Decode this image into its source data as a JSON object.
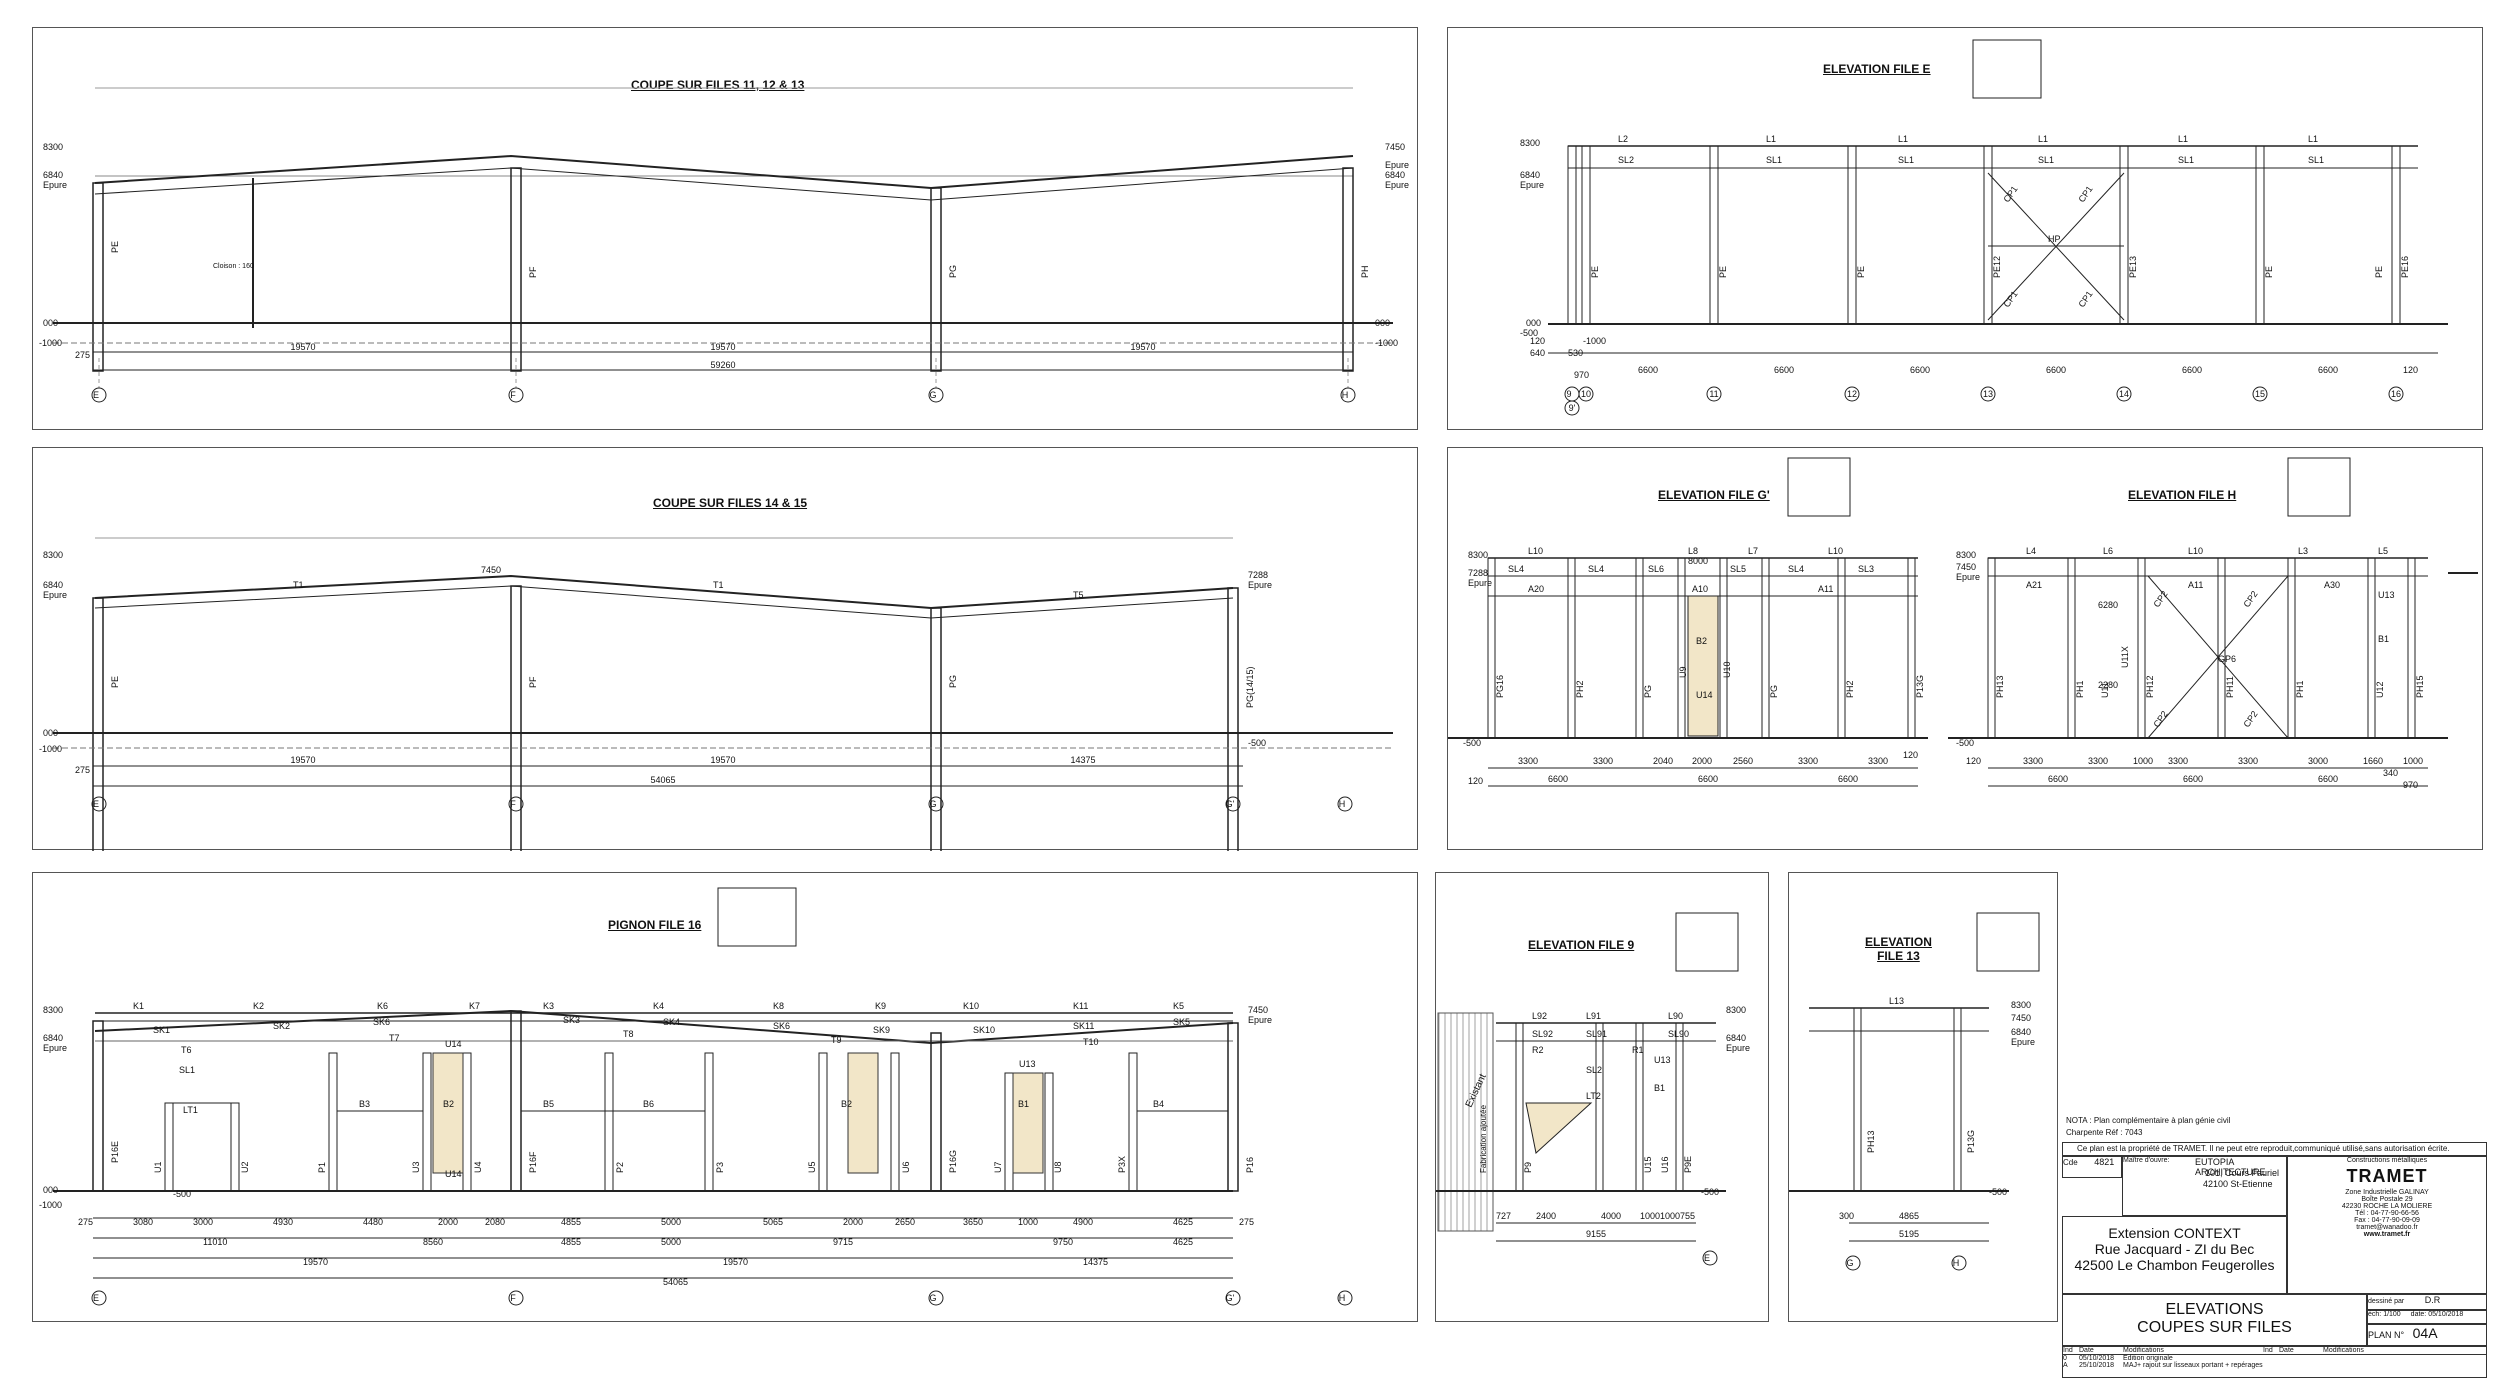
{
  "panels": {
    "coupe1": {
      "title": "COUPE SUR FILES 11, 12 & 13",
      "columns": [
        "PE",
        "PF",
        "PG",
        "PH"
      ],
      "axes": [
        "E",
        "F",
        "G",
        "H"
      ],
      "spans": [
        "19570",
        "19570",
        "19570"
      ],
      "total": "59260",
      "edge": "275",
      "levels": [
        "8300",
        "6840",
        "Epure",
        "000",
        "-1000",
        "7450",
        "Epure",
        "6840",
        "Epure",
        "000",
        "-1000"
      ],
      "note": "Cloison : 160"
    },
    "coupe2": {
      "title": "COUPE SUR FILES 14 & 15",
      "columns": [
        "PE",
        "PF",
        "PG",
        "PG(14/15)"
      ],
      "axes": [
        "E",
        "F",
        "G",
        "G'",
        "H"
      ],
      "beams": [
        "T1",
        "T1",
        "T5"
      ],
      "spans": [
        "19570",
        "19570",
        "14375"
      ],
      "total": "54065",
      "edge": "275",
      "levels": [
        "8300",
        "6840",
        "Epure",
        "000",
        "-1000",
        "7450",
        "7288",
        "Epure",
        "-500"
      ]
    },
    "pignon": {
      "title": "PIGNON FILE 16",
      "top_members": [
        "K1",
        "K2",
        "K6",
        "K7",
        "K3",
        "K4",
        "K8",
        "K9",
        "K10",
        "K11",
        "K5"
      ],
      "sk": [
        "SK1",
        "SK2",
        "SK6",
        "SK3",
        "SK4",
        "SK6",
        "SK9",
        "SK10",
        "SK11",
        "SK5"
      ],
      "columns": [
        "P16E",
        "U1",
        "U2",
        "P1",
        "U3",
        "U4",
        "P16F",
        "P2",
        "P3",
        "U5",
        "U6",
        "P16G",
        "U7",
        "U8",
        "P3X",
        "P16"
      ],
      "beams": [
        "B3",
        "B2",
        "B5",
        "B6",
        "B2",
        "B1",
        "B4",
        "LT1",
        "SL1",
        "T6",
        "T7",
        "T8",
        "T9",
        "T10",
        "U14",
        "U14",
        "U13"
      ],
      "dims1": [
        "275",
        "3080",
        "3000",
        "4930",
        "4480",
        "2000",
        "2080",
        "4855",
        "5000",
        "5065",
        "2000",
        "2650",
        "3650",
        "1000",
        "4900",
        "4625",
        "275"
      ],
      "dims2": [
        "11010",
        "8560",
        "4855",
        "5000",
        "9715",
        "9750",
        "4625"
      ],
      "dims3": [
        "19570",
        "19570",
        "14375"
      ],
      "total": "54065",
      "axes": [
        "E",
        "F",
        "G",
        "G'",
        "H"
      ],
      "levels": [
        "8300",
        "6840",
        "Epure",
        "000",
        "-1000",
        "-500",
        "7450",
        "Epure"
      ]
    },
    "elevE": {
      "title": "ELEVATION  FILE E",
      "top": [
        "L2",
        "L1",
        "L1",
        "L1",
        "L1",
        "L1"
      ],
      "sl": [
        "SL2",
        "SL1",
        "SL1",
        "SL1",
        "SL1",
        "SL1"
      ],
      "columns": [
        "PE",
        "PE",
        "PE",
        "PE12",
        "PE13",
        "PE",
        "PE",
        "PE16"
      ],
      "braces": [
        "CP1",
        "CP1",
        "CP1",
        "CP1"
      ],
      "hp": "HP",
      "dims": [
        "970",
        "6600",
        "6600",
        "6600",
        "6600",
        "6600",
        "6600",
        "120"
      ],
      "axes": [
        "9",
        "10",
        "11",
        "12",
        "13",
        "14",
        "15",
        "16"
      ],
      "sub": "9'",
      "levels": [
        "8300",
        "6840",
        "Epure",
        "000",
        "-500",
        "-1000",
        "120",
        "530",
        "640"
      ]
    },
    "elevG": {
      "title": "ELEVATION  FILE G'",
      "top": [
        "L10",
        "L8",
        "L7",
        "L10"
      ],
      "sl": [
        "SL4",
        "SL4",
        "SL6",
        "SL5",
        "SL4",
        "SL3"
      ],
      "beams": [
        "A20",
        "A10",
        "A11",
        "B2",
        "U14"
      ],
      "columns": [
        "PG16",
        "PH2",
        "PG",
        "U9",
        "U10",
        "PG",
        "PH2",
        "P13G"
      ],
      "dims1": [
        "3300",
        "3300",
        "2040",
        "2000",
        "2560",
        "3300",
        "3300"
      ],
      "dims2": [
        "6600",
        "6600",
        "6600"
      ],
      "edges": [
        "120",
        "120"
      ],
      "levels": [
        "8300",
        "7288",
        "Epure",
        "-500",
        "8000"
      ]
    },
    "elevH": {
      "title": "ELEVATION  FILE H",
      "top": [
        "L4",
        "L6",
        "L10",
        "L3",
        "L5"
      ],
      "beams": [
        "A21",
        "A11",
        "A30",
        "U13",
        "B1"
      ],
      "braces": [
        "CP2",
        "CP2",
        "CP2",
        "CP2"
      ],
      "gp": "GP6",
      "columns": [
        "PH13",
        "PH1",
        "U11",
        "PH12",
        "U11X",
        "PH11",
        "PH1",
        "U12",
        "PH15"
      ],
      "dims1": [
        "120",
        "3300",
        "3300",
        "1000",
        "3300",
        "3300",
        "3000",
        "1660",
        "1000"
      ],
      "dims2": [
        "6600",
        "6600",
        "6600",
        "340",
        "970"
      ],
      "levels": [
        "8300",
        "7450",
        "Epure",
        "-500",
        "6280",
        "2280"
      ]
    },
    "elev9": {
      "title": "ELEVATION  FILE 9",
      "top": [
        "L92",
        "L91",
        "L90"
      ],
      "sl": [
        "SL92",
        "SL91",
        "SL90"
      ],
      "beams": [
        "R2",
        "R1",
        "SL2",
        "LT2",
        "U13",
        "B1"
      ],
      "columns": [
        "P9",
        "U15",
        "U16",
        "P9E"
      ],
      "side": [
        "Existant",
        "Fabrication ajoutée"
      ],
      "dims1": [
        "727",
        "2400",
        "4000",
        "1000",
        "1000",
        "755"
      ],
      "total": "9155",
      "axes": [
        "E"
      ],
      "levels": [
        "8300",
        "6840",
        "Epure",
        "-500"
      ]
    },
    "elev13": {
      "title": "ELEVATION\nFILE 13",
      "top": [
        "L13"
      ],
      "columns": [
        "PH13",
        "P13G"
      ],
      "dims1": [
        "300",
        "4865"
      ],
      "total": "5195",
      "axes": [
        "G",
        "H"
      ],
      "levels": [
        "8300",
        "7450",
        "6840",
        "Epure",
        "-500"
      ]
    }
  },
  "titleblock": {
    "nota": "NOTA : Plan complémentaire à plan génie civil",
    "charpente": "Charpente Réf : 7043",
    "property": "Ce plan est la propriété de TRAMET. Il ne peut etre reproduit,communiqué utilisé,sans autorisation écrite.",
    "cde_label": "Cde",
    "cde": "4821",
    "maitre_label": "Maître d'ouvre:",
    "architect": [
      "EUTOPIA ARCHITECTURE",
      "101, Cours Fauriel",
      "42100 St-Etienne"
    ],
    "company_head": "Constructions métalliques",
    "company_logo": "TRAMET",
    "company": [
      "Zone Industrielle GALINAY",
      "Boîte Postale 29",
      "42230 ROCHE LA MOLIERE",
      "Tél : 04-77-90-66-56",
      "Fax : 04-77-90-09-09",
      "tramet@wanadoo.fr",
      "www.tramet.fr"
    ],
    "project": [
      "Extension CONTEXT",
      "Rue Jacquard - ZI du Bec",
      "42500 Le Chambon Feugerolles"
    ],
    "drawing": [
      "ELEVATIONS",
      "COUPES SUR FILES"
    ],
    "dessine_label": "dessiné par",
    "dessine": "D.R",
    "ech_label": "éch:",
    "ech": "1/100",
    "date_label": "date:",
    "date": "05/10/2018",
    "plan_label": "PLAN N°",
    "plan": "04A",
    "rev_head": [
      "Ind",
      "Date",
      "Modifications"
    ],
    "revs": [
      [
        "0",
        "05/10/2018",
        "Edition originale"
      ],
      [
        "A",
        "25/10/2018",
        "MAJ+ rajout sur lisseaux portant + repérages"
      ]
    ]
  }
}
